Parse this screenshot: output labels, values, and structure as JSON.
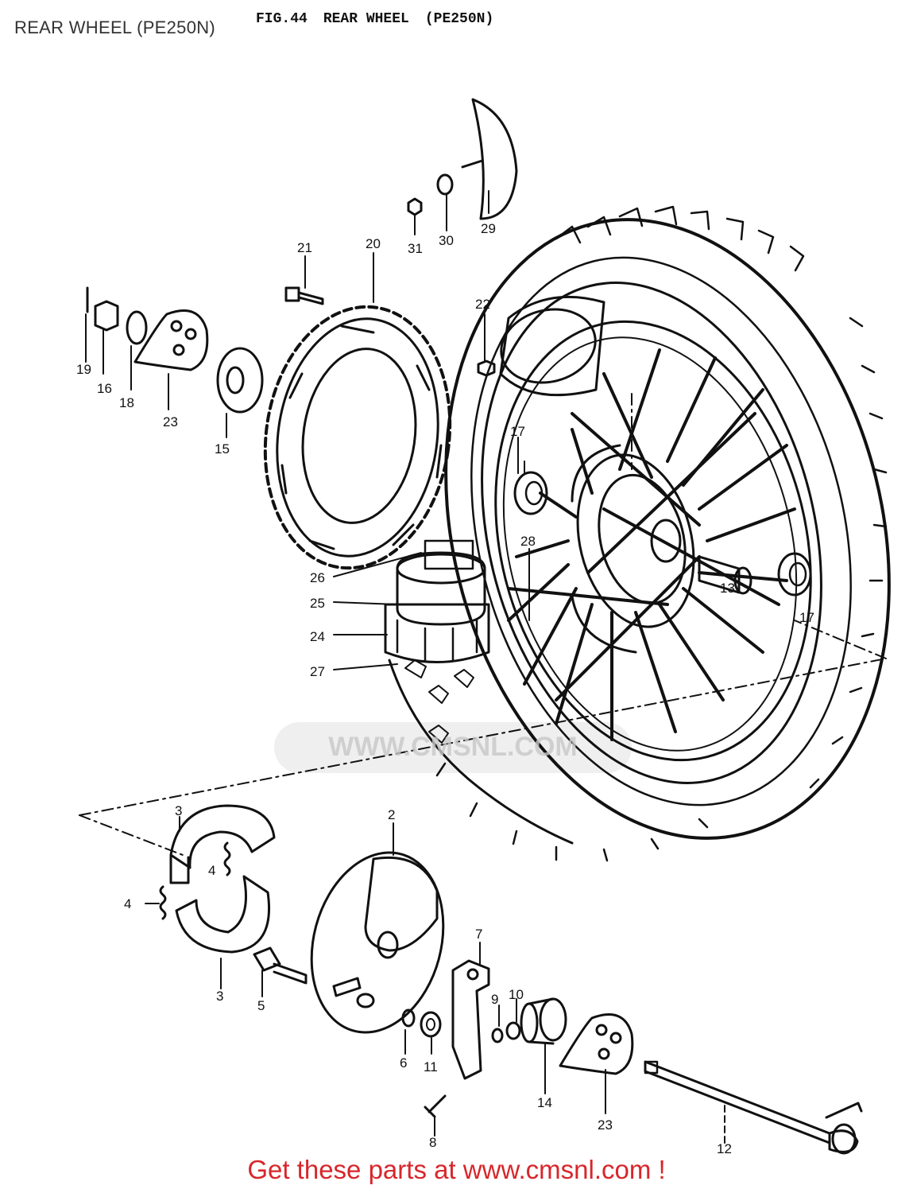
{
  "page": {
    "title": "REAR WHEEL (PE250N)"
  },
  "figure": {
    "number": "FIG.44",
    "title_left": "REAR WHEEL",
    "title_right": "(PE250N)"
  },
  "callouts": [
    {
      "id": "c29",
      "label": "29"
    },
    {
      "id": "c31",
      "label": "31"
    },
    {
      "id": "c30",
      "label": "30"
    },
    {
      "id": "c21",
      "label": "21"
    },
    {
      "id": "c20",
      "label": "20"
    },
    {
      "id": "c22",
      "label": "22"
    },
    {
      "id": "c19",
      "label": "19"
    },
    {
      "id": "c16",
      "label": "16"
    },
    {
      "id": "c18",
      "label": "18"
    },
    {
      "id": "c23a",
      "label": "23"
    },
    {
      "id": "c15",
      "label": "15"
    },
    {
      "id": "c17a",
      "label": "17"
    },
    {
      "id": "c28",
      "label": "28"
    },
    {
      "id": "c26",
      "label": "26"
    },
    {
      "id": "c25",
      "label": "25"
    },
    {
      "id": "c24",
      "label": "24"
    },
    {
      "id": "c27",
      "label": "27"
    },
    {
      "id": "c13",
      "label": "13"
    },
    {
      "id": "c17b",
      "label": "17"
    },
    {
      "id": "c3a",
      "label": "3"
    },
    {
      "id": "c4a",
      "label": "4"
    },
    {
      "id": "c4b",
      "label": "4"
    },
    {
      "id": "c3b",
      "label": "3"
    },
    {
      "id": "c5",
      "label": "5"
    },
    {
      "id": "c2",
      "label": "2"
    },
    {
      "id": "c7",
      "label": "7"
    },
    {
      "id": "c9",
      "label": "9"
    },
    {
      "id": "c10",
      "label": "10"
    },
    {
      "id": "c6",
      "label": "6"
    },
    {
      "id": "c11",
      "label": "11"
    },
    {
      "id": "c14",
      "label": "14"
    },
    {
      "id": "c23b",
      "label": "23"
    },
    {
      "id": "c8",
      "label": "8"
    },
    {
      "id": "c12",
      "label": "12"
    }
  ],
  "watermark_text": "WWW.CMSNL.COM",
  "footer": {
    "text": "Get these parts at www.cmsnl.com !",
    "color": "#d8262b"
  }
}
